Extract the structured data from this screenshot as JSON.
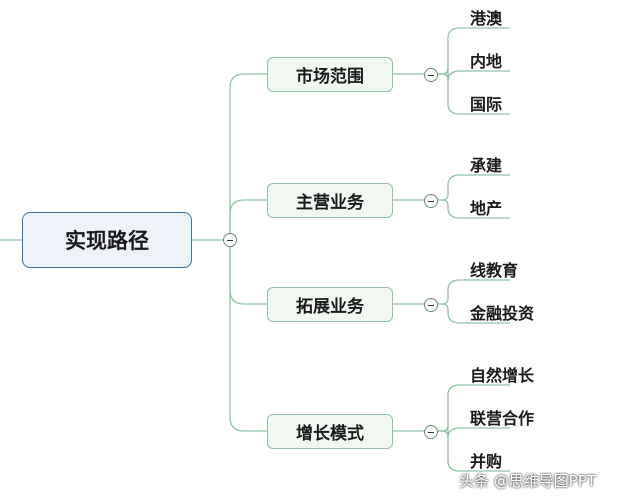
{
  "root": {
    "label": "实现路径"
  },
  "branches": [
    {
      "label": "市场范围",
      "children": [
        "港澳",
        "内地",
        "国际"
      ]
    },
    {
      "label": "主营业务",
      "children": [
        "承建",
        "地产"
      ]
    },
    {
      "label": "拓展业务",
      "children": [
        "线教育",
        "金融投资"
      ]
    },
    {
      "label": "增长模式",
      "children": [
        "自然增长",
        "联营合作",
        "并购"
      ]
    }
  ],
  "watermark": "头条 @思维导图PPT",
  "colors": {
    "connector": "#8ec3a3",
    "root_border": "#3f6f9c",
    "branch_fill": "#f1f8f1"
  }
}
